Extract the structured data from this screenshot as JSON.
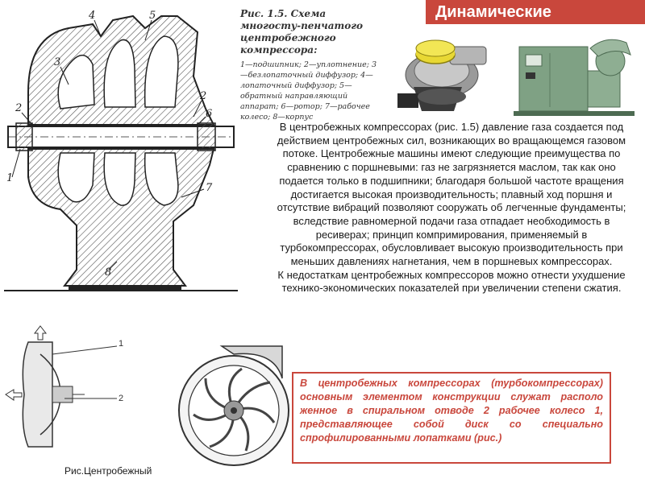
{
  "header": {
    "title": "Динамические"
  },
  "figure_caption": {
    "heading": "Рис. 1.5. Схема многосту-пенчатого центробежного компрессора:",
    "legend": "1—подшипник; 2—уплотнение; 3—безлопаточный диффузор; 4—лопаточный диффузор; 5—обратный направляющий аппарат; 6—ротор; 7—рабочее колесо; 8—корпус"
  },
  "diagram_labels": [
    "1",
    "2",
    "3",
    "4",
    "5",
    "2",
    "6",
    "7",
    "8"
  ],
  "impeller_labels": [
    "1",
    "2"
  ],
  "body": {
    "paragraph1": "В центробежных компрессорах (рис. 1.5) давление газа создается под действием центробежных сил, возникающих во вращающемся газовом потоке. Центробежные машины имеют следующие преимущества по сравнению с поршневыми: газ не загрязняется маслом, так как оно подается только в подшипники; благодаря большой частоте вращения достигается высокая производительность; плавный ход поршня и отсутствие вибраций позволяют сооружать об легченные фундаменты; вследствие равномерной подачи газа отпадает необходимость в ресиверах; принцип компримирования, применяемый в турбокомпрессорах, обусловливает высокую производительность при меньших давлениях нагнетания, чем в поршневых компрессорах.",
    "paragraph2": "К недостаткам центробежных компрессоров можно отнести ухудшение технико-экономических показателей при увеличении степени сжатия."
  },
  "highlight": {
    "text": "В центробежных компрессорах (турбокомпрессорах) основным элементом конструкции служат располо женное в спиральном отводе 2 рабочее колесо 1, представляющее собой диск со специально спрофилированными лопатками (рис.)"
  },
  "bottom_caption": "Рис.Центробежный",
  "colors": {
    "accent": "#c9473c",
    "turbo_yellow": "#e8d834",
    "unit_green": "#7fa184"
  }
}
